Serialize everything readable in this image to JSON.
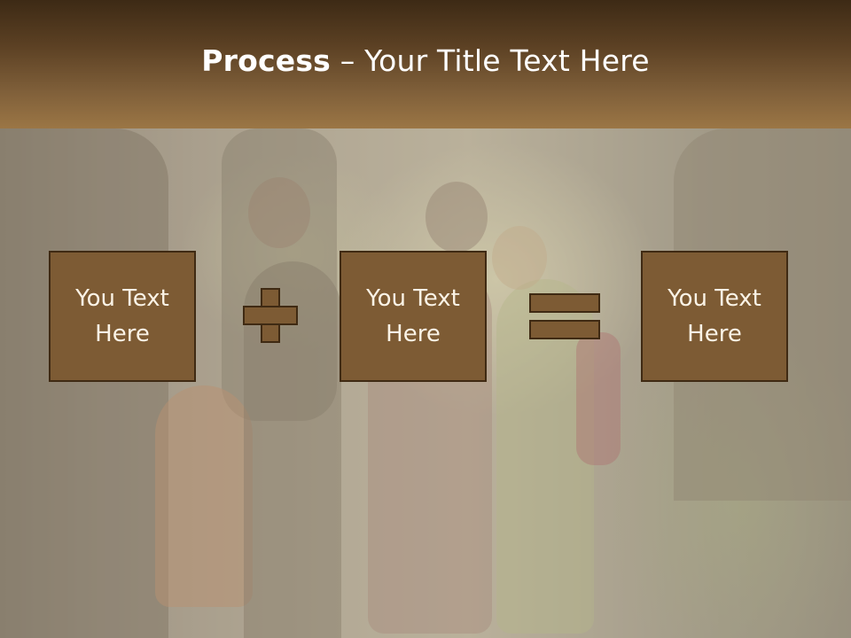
{
  "slide": {
    "title_bold": "Process",
    "title_rest": " – Your Title Text Here",
    "boxes": [
      {
        "label": "You Text Here"
      },
      {
        "label": "You Text Here"
      },
      {
        "label": "You Text Here"
      }
    ],
    "operators": [
      "plus-icon",
      "equals-icon"
    ],
    "colors": {
      "title_bar_top": "#3d2a15",
      "title_bar_bottom": "#9b7645",
      "box_fill": "#7d5b34",
      "box_border": "#3f2a13",
      "box_text": "#fbf3e6",
      "title_text": "#ffffff"
    }
  }
}
